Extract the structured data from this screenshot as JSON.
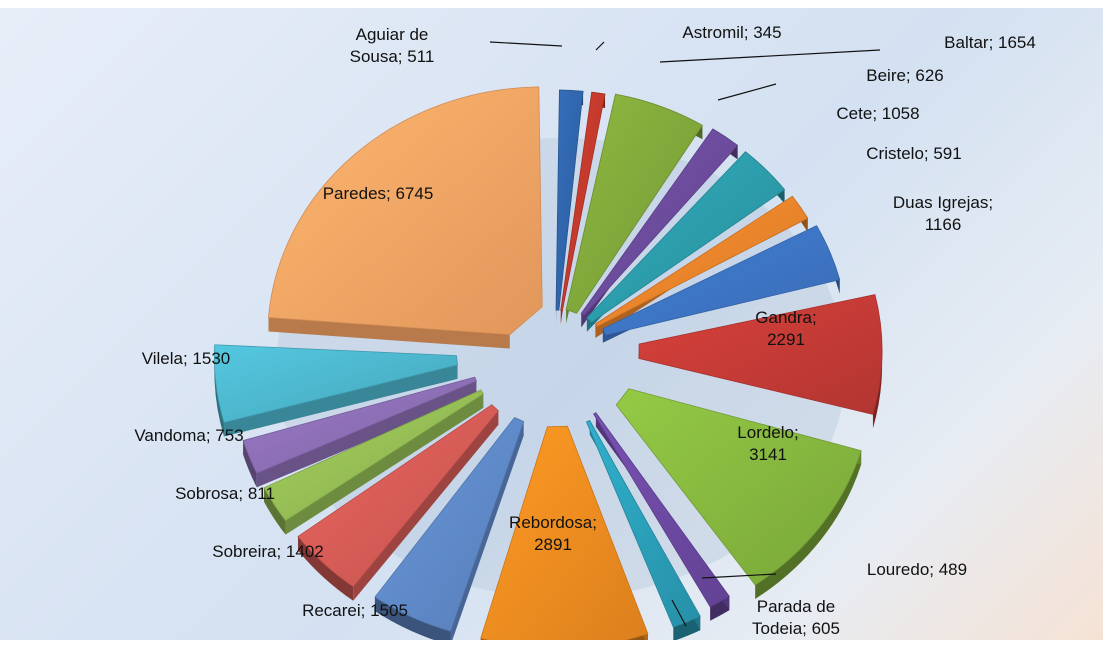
{
  "chart_data": {
    "type": "pie",
    "style": "3d-exploded",
    "title": "",
    "categories": [
      "Aguiar de Sousa",
      "Astromil",
      "Baltar",
      "Beire",
      "Cete",
      "Cristelo",
      "Duas Igrejas",
      "Gandra",
      "Lordelo",
      "Louredo",
      "Parada de Todeia",
      "Rebordosa",
      "Recarei",
      "Sobreira",
      "Sobrosa",
      "Vandoma",
      "Vilela",
      "Paredes"
    ],
    "values": [
      511,
      345,
      1654,
      626,
      1058,
      591,
      1166,
      2291,
      3141,
      489,
      605,
      2891,
      1505,
      1402,
      811,
      753,
      1530,
      6745
    ],
    "colors": [
      "#2f63a8",
      "#c0392b",
      "#7fa53a",
      "#6a4a9a",
      "#2c9aa8",
      "#e8822a",
      "#3d73c2",
      "#c23a35",
      "#84b43e",
      "#6b48a0",
      "#2a9db6",
      "#ee8a20",
      "#5e88c6",
      "#d35a55",
      "#93bb54",
      "#8a6db3",
      "#4bb3c9",
      "#f5a363"
    ],
    "labels": [
      [
        "Aguiar de",
        "Sousa; 511"
      ],
      [
        "Astromil; 345"
      ],
      [
        "Baltar; 1654"
      ],
      [
        "Beire; 626"
      ],
      [
        "Cete; 1058"
      ],
      [
        "Cristelo; 591"
      ],
      [
        "Duas Igrejas;",
        "1166"
      ],
      [
        "Gandra;",
        "2291"
      ],
      [
        "Lordelo;",
        "3141"
      ],
      [
        "Louredo; 489"
      ],
      [
        "Parada de",
        "Todeia; 605"
      ],
      [
        "Rebordosa;",
        "2891"
      ],
      [
        "Recarei; 1505"
      ],
      [
        "Sobreira; 1402"
      ],
      [
        "Sobrosa; 811"
      ],
      [
        "Vandoma; 753"
      ],
      [
        "Vilela; 1530"
      ],
      [
        "Paredes; 6745"
      ]
    ],
    "legend": "none"
  }
}
